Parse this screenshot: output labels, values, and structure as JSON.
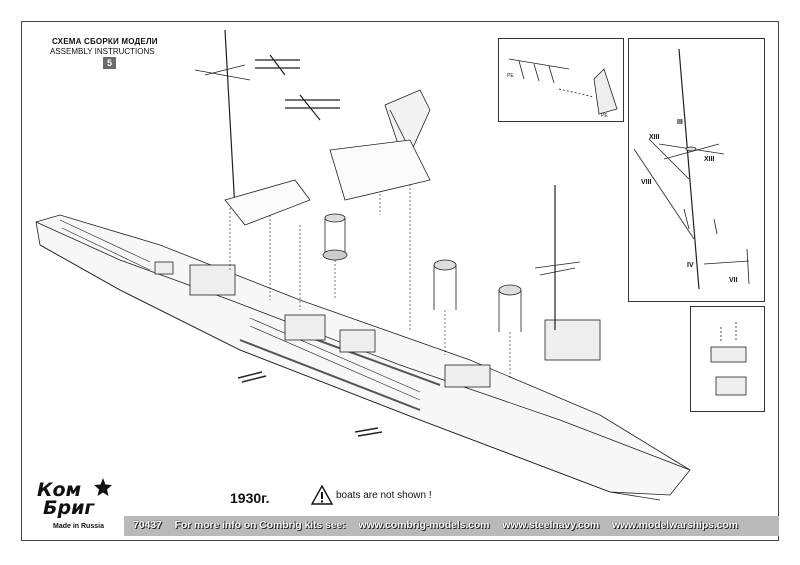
{
  "header": {
    "title_ru": "СХЕМА СБОРКИ МОДЕЛИ",
    "title_en": "ASSEMBLY INSTRUCTIONS",
    "step_number": "5"
  },
  "drawing_labels": {
    "pe": "PE",
    "mast_parts": [
      "III",
      "XIII",
      "XIII",
      "VIII",
      "IV",
      "VII"
    ]
  },
  "caption": {
    "year": "1930г.",
    "warning": "boats are not shown !"
  },
  "logo": {
    "line1": "Ком",
    "line2": "Бриг",
    "made_in": "Made in Russia"
  },
  "footer": {
    "kit_number": "70437",
    "info": "For more info on Combrig kits see:",
    "sites": [
      "www.combrig-models.com",
      "www.steelnavy.com",
      "www.modelwarships.com"
    ]
  },
  "colors": {
    "footer_bar": "#b9b9b9",
    "badge": "#6b6b6b",
    "line": "#222222"
  }
}
